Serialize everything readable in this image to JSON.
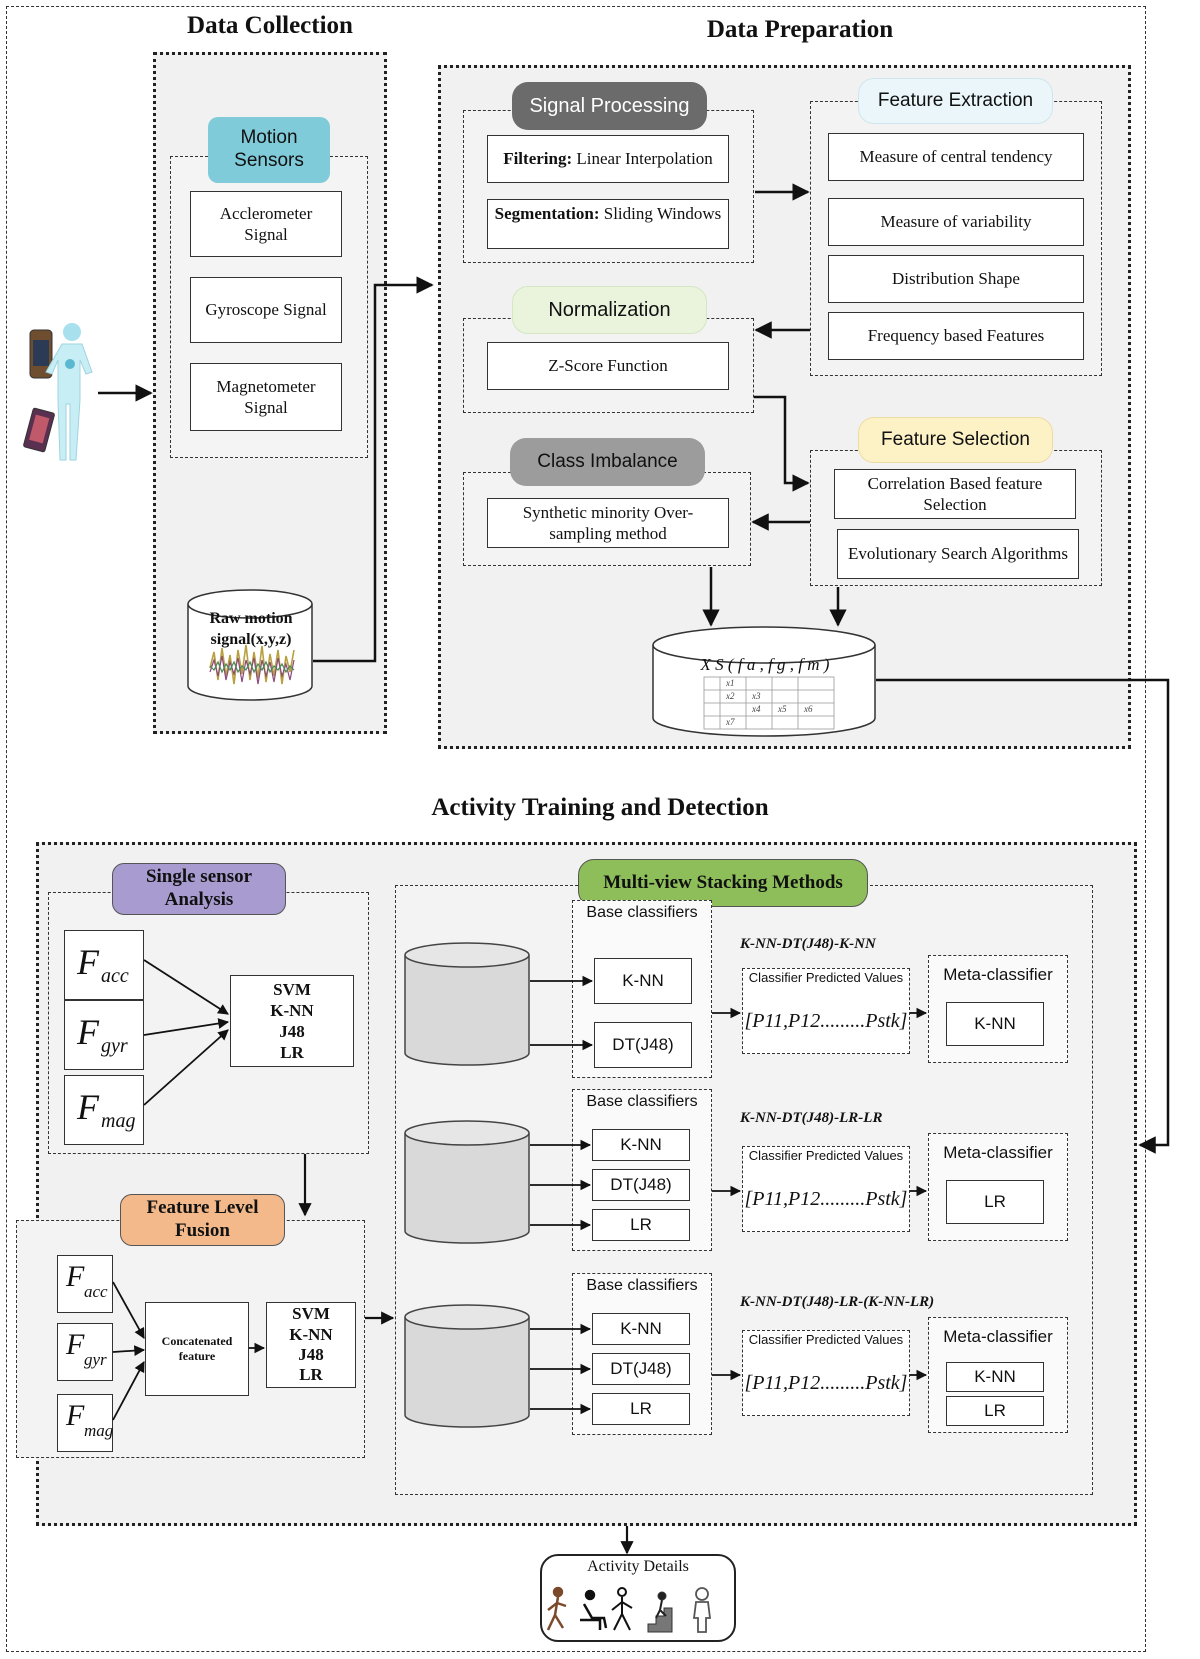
{
  "sections": {
    "data_collection": "Data Collection",
    "data_preparation": "Data Preparation",
    "training": "Activity Training and Detection"
  },
  "collection": {
    "motion_sensors": "Motion Sensors",
    "accelerometer": "Acclerometer Signal",
    "gyroscope": "Gyroscope Signal",
    "magnetometer": "Magnetometer Signal",
    "raw_signal": "Raw motion signal(x,y,z)"
  },
  "preparation": {
    "signal_processing": "Signal Processing",
    "filtering_label": "Filtering:",
    "filtering_value": "Linear Interpolation",
    "segmentation_label": "Segmentation:",
    "segmentation_value": "Sliding Windows",
    "feature_extraction": "Feature Extraction",
    "fe_items": [
      "Measure of central tendency",
      "Measure of variability",
      "Distribution Shape",
      "Frequency based Features"
    ],
    "normalization": "Normalization",
    "zscore": "Z-Score Function",
    "feature_selection": "Feature Selection",
    "fs_items": [
      "Correlation Based feature Selection",
      "Evolutionary Search Algorithms"
    ],
    "class_imbalance": "Class Imbalance",
    "smote": "Synthetic minority Over-sampling method",
    "dataset_formula": "X S ( f a , f g , f m )",
    "table_cells": [
      "x1",
      "x2",
      "x3",
      "x4",
      "x5",
      "x6",
      "x7"
    ]
  },
  "single": {
    "title": "Single sensor Analysis",
    "features": [
      {
        "F": "F",
        "sub": "acc"
      },
      {
        "F": "F",
        "sub": "gyr"
      },
      {
        "F": "F",
        "sub": "mag"
      }
    ],
    "classifiers": [
      "SVM",
      "K-NN",
      "J48",
      "LR"
    ]
  },
  "fusion": {
    "title": "Feature Level Fusion",
    "concat": "Concatenated feature",
    "classifiers": [
      "SVM",
      "K-NN",
      "J48",
      "LR"
    ]
  },
  "stacking": {
    "title": "Multi-view Stacking Methods",
    "base_label": "Base classifiers",
    "predicted_label": "Classifier Predicted Values",
    "meta_label": "Meta-classifier",
    "p_expr": "[P11,P12.........Pstk]",
    "rows": [
      {
        "name": "K-NN-DT(J48)-K-NN",
        "base": [
          "K-NN",
          "DT(J48)"
        ],
        "meta": [
          "K-NN"
        ]
      },
      {
        "name": "K-NN-DT(J48)-LR-LR",
        "base": [
          "K-NN",
          "DT(J48)",
          "LR"
        ],
        "meta": [
          "LR"
        ]
      },
      {
        "name": "K-NN-DT(J48)-LR-(K-NN-LR)",
        "base": [
          "K-NN",
          "DT(J48)",
          "LR"
        ],
        "meta": [
          "K-NN",
          "LR"
        ]
      }
    ]
  },
  "activity": "Activity Details",
  "colors": {
    "motion_sensors": "#7fcbd9",
    "signal_processing": "#6b6b6b",
    "feature_extraction": "#eaf6f9",
    "normalization": "#eaf4dd",
    "feature_selection": "#fdf1c6",
    "class_imbalance": "#9c9c9c",
    "single_sensor": "#a89bcf",
    "fusion": "#f4b98a",
    "stacking": "#8dbe5a"
  }
}
